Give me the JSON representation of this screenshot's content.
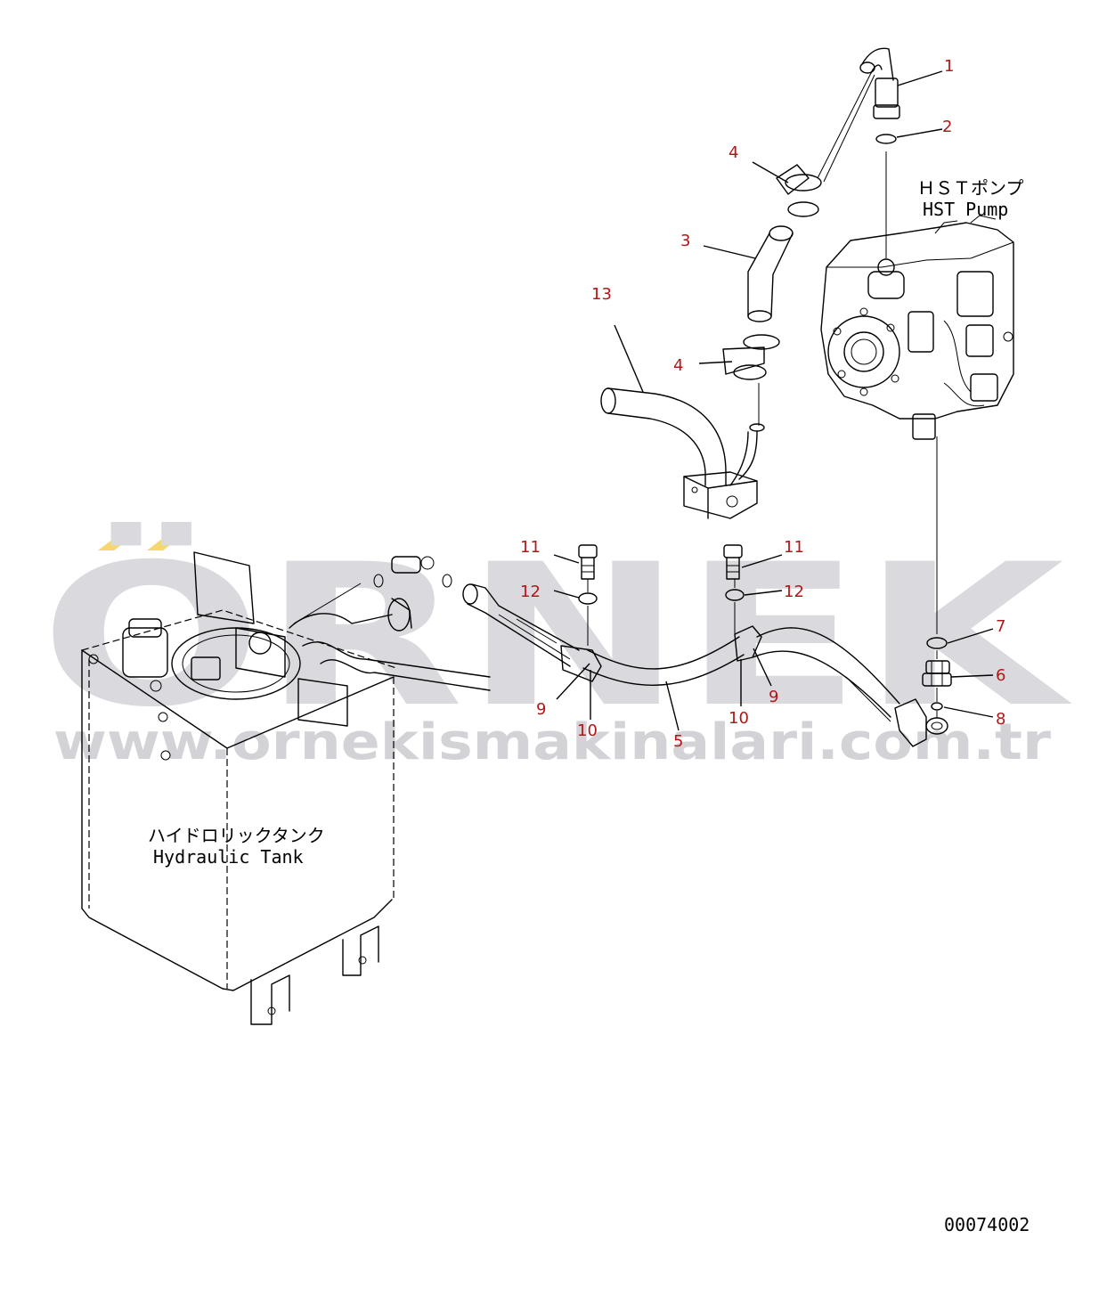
{
  "watermark": {
    "brand": "ÖRNEK",
    "url": "www.ornekismakinalari.com.tr",
    "accent_color": "#f5d76e",
    "text_color": "#d9d9de"
  },
  "labels": {
    "pump_jp": "ＨＳＴポンプ",
    "pump_en": "HST Pump",
    "tank_jp": "ハイドロリックタンク",
    "tank_en": "Hydraulic Tank",
    "drawing_number": "00074002"
  },
  "callouts": [
    {
      "id": "c1",
      "text": "1"
    },
    {
      "id": "c2",
      "text": "2"
    },
    {
      "id": "c3",
      "text": "3"
    },
    {
      "id": "c4a",
      "text": "4"
    },
    {
      "id": "c4b",
      "text": "4"
    },
    {
      "id": "c5",
      "text": "5"
    },
    {
      "id": "c6",
      "text": "6"
    },
    {
      "id": "c7",
      "text": "7"
    },
    {
      "id": "c8",
      "text": "8"
    },
    {
      "id": "c9a",
      "text": "9"
    },
    {
      "id": "c9b",
      "text": "9"
    },
    {
      "id": "c10a",
      "text": "10"
    },
    {
      "id": "c10b",
      "text": "10"
    },
    {
      "id": "c11a",
      "text": "11"
    },
    {
      "id": "c11b",
      "text": "11"
    },
    {
      "id": "c12a",
      "text": "12"
    },
    {
      "id": "c12b",
      "text": "12"
    },
    {
      "id": "c13",
      "text": "13"
    }
  ],
  "colors": {
    "callout": "#b01818",
    "line": "#000000",
    "background": "#ffffff"
  }
}
